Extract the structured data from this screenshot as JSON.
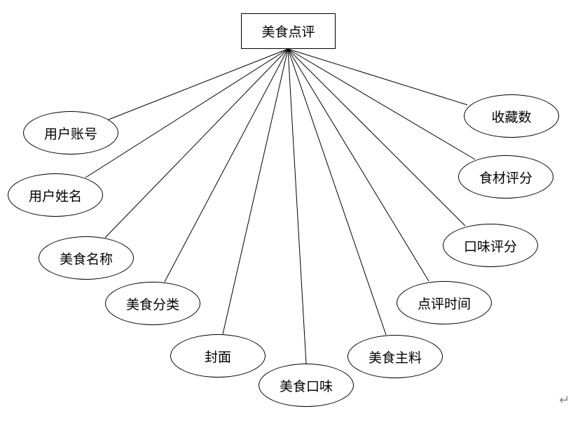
{
  "entity": {
    "label": "美食点评"
  },
  "attributes": [
    "用户账号",
    "用户姓名",
    "美食名称",
    "美食分类",
    "封面",
    "美食口味",
    "美食主料",
    "点评时间",
    "口味评分",
    "食材评分",
    "收藏数"
  ],
  "paragraph_mark": "↵"
}
